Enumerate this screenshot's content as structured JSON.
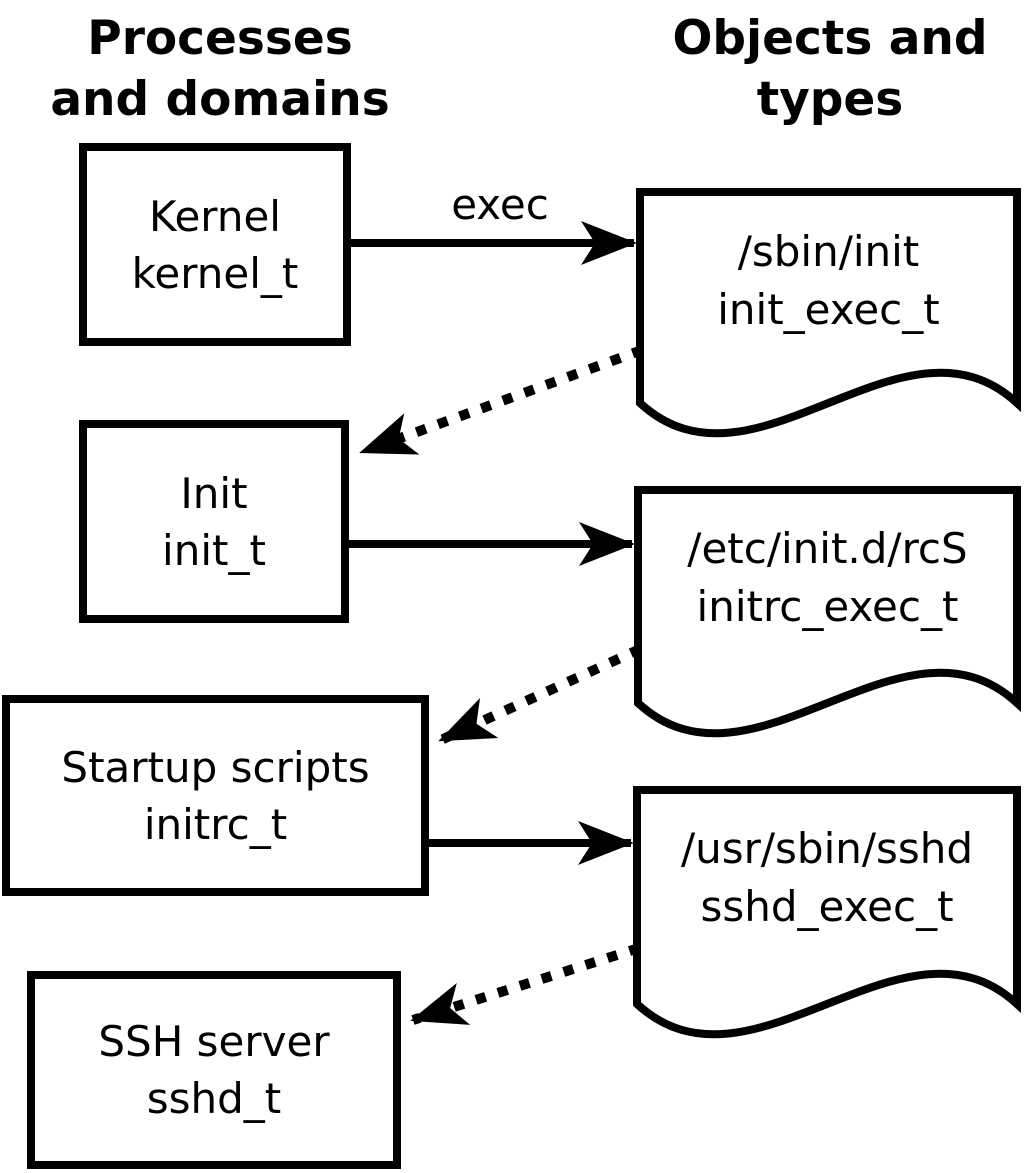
{
  "headers": {
    "left_line1": "Processes",
    "left_line2": "and domains",
    "right_line1": "Objects and",
    "right_line2": "types"
  },
  "arrow_label": "exec",
  "processes": [
    {
      "name": "Kernel",
      "type": "kernel_t"
    },
    {
      "name": "Init",
      "type": "init_t"
    },
    {
      "name": "Startup scripts",
      "type": "initrc_t"
    },
    {
      "name": "SSH server",
      "type": "sshd_t"
    }
  ],
  "objects": [
    {
      "path": "/sbin/init",
      "type": "init_exec_t"
    },
    {
      "path": "/etc/init.d/rcS",
      "type": "initrc_exec_t"
    },
    {
      "path": "/usr/sbin/sshd",
      "type": "sshd_exec_t"
    }
  ],
  "colors": {
    "ink": "#000000",
    "background": "#ffffff"
  }
}
